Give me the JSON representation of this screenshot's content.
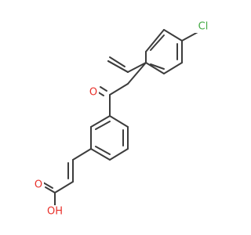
{
  "molecule": {
    "atoms": {
      "chlorine": {
        "symbol": "Cl",
        "color": "#44aa44"
      },
      "ketone_oxygen": {
        "symbol": "O",
        "color": "#e8302a"
      },
      "acid_carbonyl_oxygen": {
        "symbol": "O",
        "color": "#e8302a"
      },
      "hydroxyl": {
        "symbol": "OH",
        "color": "#e8302a"
      }
    },
    "bond_color": "#3c3c3c"
  }
}
